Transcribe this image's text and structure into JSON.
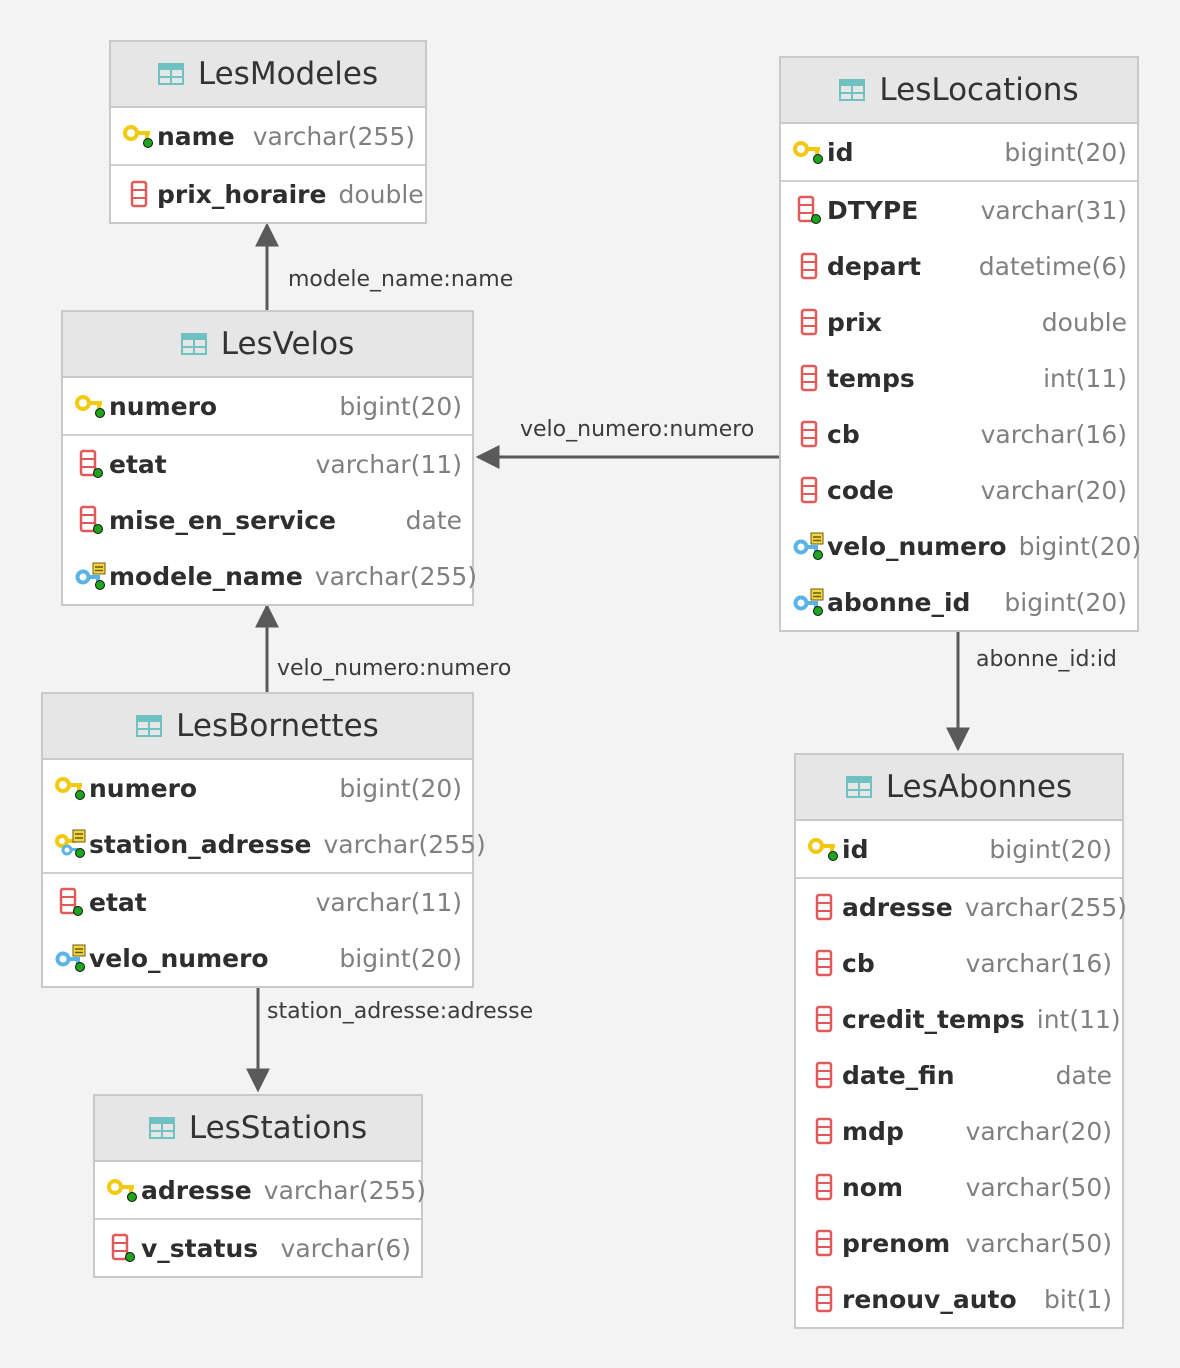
{
  "entities": {
    "lesmodeles": {
      "title": "LesModeles",
      "pk": [
        {
          "name": "name",
          "type": "varchar(255)",
          "icon": "primary-key-icon"
        }
      ],
      "cols": [
        {
          "name": "prix_horaire",
          "type": "double",
          "icon": "column-icon"
        }
      ]
    },
    "lesvelos": {
      "title": "LesVelos",
      "pk": [
        {
          "name": "numero",
          "type": "bigint(20)",
          "icon": "primary-key-icon"
        }
      ],
      "cols": [
        {
          "name": "etat",
          "type": "varchar(11)",
          "icon": "column-notnull-icon"
        },
        {
          "name": "mise_en_service",
          "type": "date",
          "icon": "column-notnull-icon"
        },
        {
          "name": "modele_name",
          "type": "varchar(255)",
          "icon": "foreign-key-icon"
        }
      ]
    },
    "lesbornettes": {
      "title": "LesBornettes",
      "pk": [
        {
          "name": "numero",
          "type": "bigint(20)",
          "icon": "primary-key-icon"
        },
        {
          "name": "station_adresse",
          "type": "varchar(255)",
          "icon": "primary-foreign-key-icon"
        }
      ],
      "cols": [
        {
          "name": "etat",
          "type": "varchar(11)",
          "icon": "column-notnull-icon"
        },
        {
          "name": "velo_numero",
          "type": "bigint(20)",
          "icon": "foreign-key-icon"
        }
      ]
    },
    "lesstations": {
      "title": "LesStations",
      "pk": [
        {
          "name": "adresse",
          "type": "varchar(255)",
          "icon": "primary-key-icon"
        }
      ],
      "cols": [
        {
          "name": "v_status",
          "type": "varchar(6)",
          "icon": "column-notnull-icon"
        }
      ]
    },
    "leslocations": {
      "title": "LesLocations",
      "pk": [
        {
          "name": "id",
          "type": "bigint(20)",
          "icon": "primary-key-icon"
        }
      ],
      "cols": [
        {
          "name": "DTYPE",
          "type": "varchar(31)",
          "icon": "column-notnull-icon"
        },
        {
          "name": "depart",
          "type": "datetime(6)",
          "icon": "column-icon"
        },
        {
          "name": "prix",
          "type": "double",
          "icon": "column-icon"
        },
        {
          "name": "temps",
          "type": "int(11)",
          "icon": "column-icon"
        },
        {
          "name": "cb",
          "type": "varchar(16)",
          "icon": "column-icon"
        },
        {
          "name": "code",
          "type": "varchar(20)",
          "icon": "column-icon"
        },
        {
          "name": "velo_numero",
          "type": "bigint(20)",
          "icon": "foreign-key-icon"
        },
        {
          "name": "abonne_id",
          "type": "bigint(20)",
          "icon": "foreign-key-icon"
        }
      ]
    },
    "lesabonnes": {
      "title": "LesAbonnes",
      "pk": [
        {
          "name": "id",
          "type": "bigint(20)",
          "icon": "primary-key-icon"
        }
      ],
      "cols": [
        {
          "name": "adresse",
          "type": "varchar(255)",
          "icon": "column-icon"
        },
        {
          "name": "cb",
          "type": "varchar(16)",
          "icon": "column-icon"
        },
        {
          "name": "credit_temps",
          "type": "int(11)",
          "icon": "column-icon"
        },
        {
          "name": "date_fin",
          "type": "date",
          "icon": "column-icon"
        },
        {
          "name": "mdp",
          "type": "varchar(20)",
          "icon": "column-icon"
        },
        {
          "name": "nom",
          "type": "varchar(50)",
          "icon": "column-icon"
        },
        {
          "name": "prenom",
          "type": "varchar(50)",
          "icon": "column-icon"
        },
        {
          "name": "renouv_auto",
          "type": "bit(1)",
          "icon": "column-icon"
        }
      ]
    }
  },
  "relations": {
    "velos_to_modeles": "modele_name:name",
    "locations_to_velos": "velo_numero:numero",
    "bornettes_to_velos": "velo_numero:numero",
    "locations_to_abonnes": "abonne_id:id",
    "bornettes_to_stations": "station_adresse:adresse"
  },
  "colors": {
    "background": "#f3f3f3",
    "header": "#e6e6e6",
    "border": "#c9c9c9",
    "primary_key": "#f2c811",
    "foreign_key": "#5ab4e6",
    "column": "#e05a5a",
    "table_icon": "#6fc2c2",
    "edge": "#5a5a5a"
  }
}
